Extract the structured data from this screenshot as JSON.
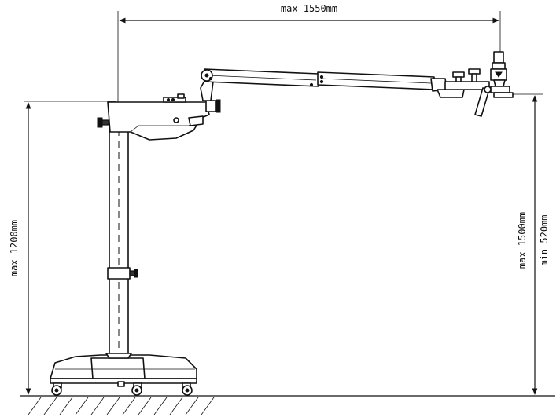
{
  "dimensions": {
    "max_reach": "max 1550mm",
    "max_height_stand": "max 1200mm",
    "max_height_head": "max 1500mm",
    "min_height_head": "min 520mm"
  },
  "colors": {
    "line": "#111111",
    "background": "#ffffff"
  }
}
